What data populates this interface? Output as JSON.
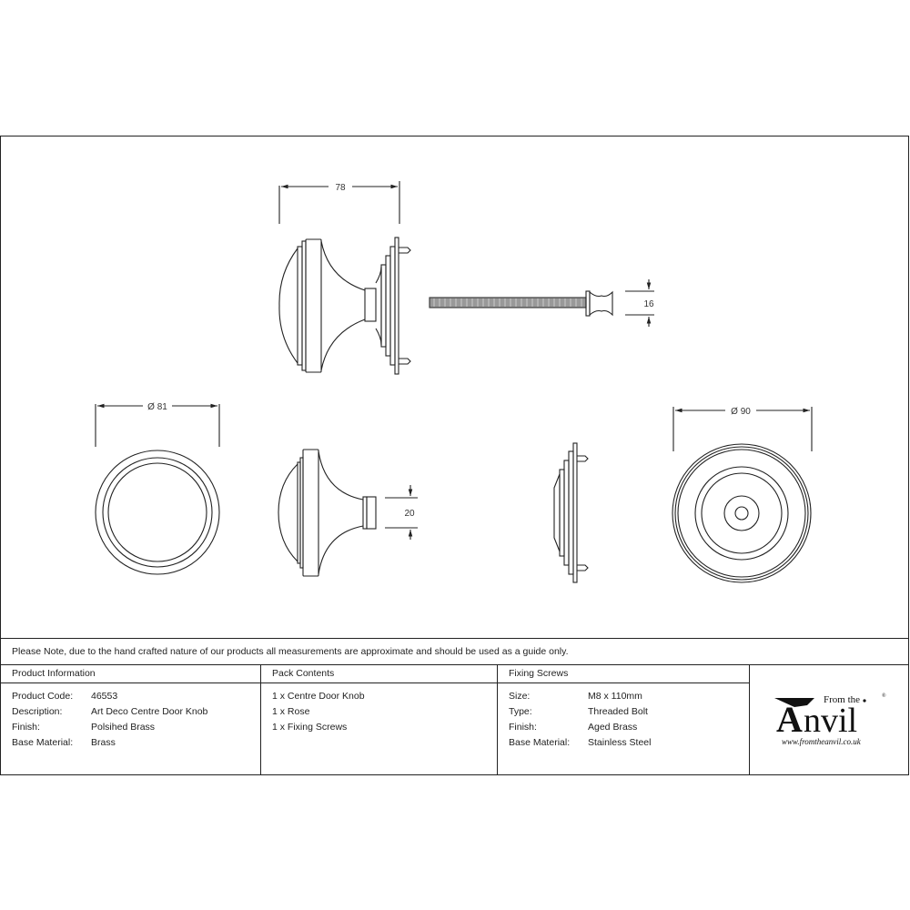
{
  "drawing": {
    "dimensions": {
      "knob_depth": "78",
      "bolt_head_height": "16",
      "knob_diameter": "Ø 81",
      "neck_height": "20",
      "rose_diameter": "Ø 90"
    },
    "views": [
      "knob-side-assembled",
      "fixing-bolt",
      "knob-front",
      "knob-side",
      "rose-side",
      "rose-front"
    ]
  },
  "note": "Please Note, due to the hand crafted nature of our products all measurements are approximate and should be used as a guide only.",
  "product_information": {
    "title": "Product Information",
    "rows": [
      {
        "label": "Product Code:",
        "value": "46553"
      },
      {
        "label": "Description:",
        "value": "Art Deco Centre Door Knob"
      },
      {
        "label": "Finish:",
        "value": "Polsihed Brass"
      },
      {
        "label": "Base Material:",
        "value": "Brass"
      }
    ]
  },
  "pack_contents": {
    "title": "Pack Contents",
    "items": [
      "1 x Centre Door Knob",
      "1 x Rose",
      "1 x Fixing Screws"
    ]
  },
  "fixing_screws": {
    "title": "Fixing Screws",
    "rows": [
      {
        "label": "Size:",
        "value": "M8 x 110mm"
      },
      {
        "label": "Type:",
        "value": "Threaded Bolt"
      },
      {
        "label": "Finish:",
        "value": "Aged Brass"
      },
      {
        "label": "Base Material:",
        "value": "Stainless Steel"
      }
    ]
  },
  "logo": {
    "from_the": "From the",
    "big_a": "A",
    "rest": "nvil",
    "registered": "®",
    "url": "www.fromtheanvil.co.uk"
  }
}
